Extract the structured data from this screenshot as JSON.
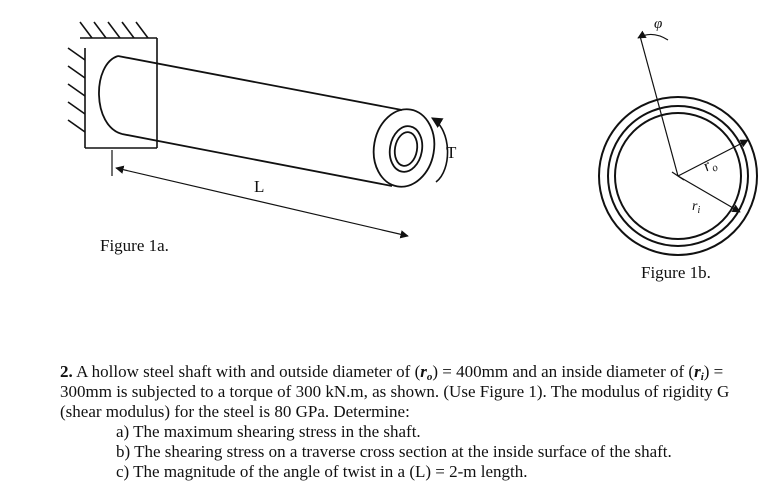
{
  "figure_a": {
    "caption": "Figure 1a.",
    "length_label": "L",
    "torque_label": "T"
  },
  "figure_b": {
    "caption": "Figure 1b.",
    "angle_label": "φ",
    "outer_radius_label": "r",
    "outer_radius_sub": "o",
    "inner_radius_label": "r",
    "inner_radius_sub": "i"
  },
  "problem": {
    "number": "2.",
    "text_1": "A hollow steel shaft with and outside diameter of (",
    "sym_ro": "r",
    "sym_ro_sub": "o",
    "text_2": ") = 400mm and an inside diameter of (",
    "sym_ri": "r",
    "sym_ri_sub": "i",
    "text_3": ") = 300mm is subjected to a torque of 300 kN.m, as shown. (Use Figure 1). The modulus of rigidity G (shear modulus) for the steel is 80 GPa. Determine:",
    "parts": [
      "a) The maximum shearing stress in the shaft.",
      "b) The shearing stress on a traverse cross section at the inside surface of the shaft.",
      "c) The magnitude of the angle of twist in a (L) = 2-m length."
    ]
  }
}
